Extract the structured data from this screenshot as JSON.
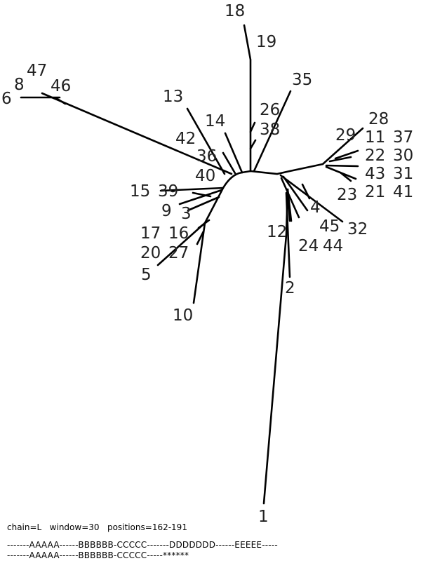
{
  "tree": {
    "leaves": [
      "1",
      "2",
      "3",
      "4",
      "5",
      "6",
      "8",
      "9",
      "10",
      "11",
      "12",
      "13",
      "14",
      "15",
      "16",
      "17",
      "18",
      "19",
      "20",
      "21",
      "22",
      "23",
      "24",
      "26",
      "27",
      "28",
      "29",
      "30",
      "31",
      "32",
      "35",
      "36",
      "37",
      "38",
      "39",
      "40",
      "42",
      "43",
      "45",
      "46",
      "47",
      "41",
      "44"
    ]
  },
  "footer": {
    "info": "chain=L   window=30   positions=162-191",
    "seq1": "-------AAAAA------BBBBBB-CCCCC-------DDDDDDD------EEEEE-----",
    "seq2": "-------AAAAA------BBBBBB-CCCCC-----******"
  }
}
